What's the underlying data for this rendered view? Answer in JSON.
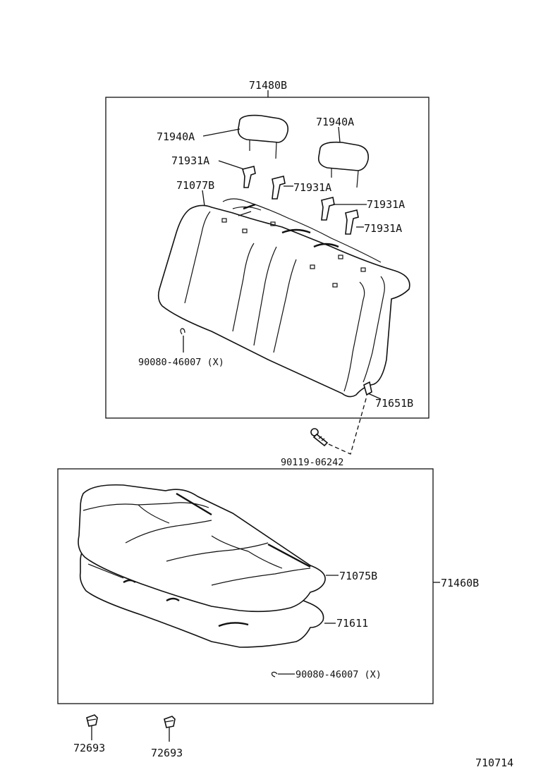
{
  "parts": {
    "backrest_assembly": "71480B",
    "headrest_left": "71940A",
    "headrest_right": "71940A",
    "headrest_support_1": "71931A",
    "headrest_support_2": "71931A",
    "headrest_support_3": "71931A",
    "headrest_support_4": "71931A",
    "back_cover": "71077B",
    "back_hog_ring": "90080-46007 (X)",
    "back_bracket": "71651B",
    "bolt": "90119-06242",
    "cushion_cover": "71075B",
    "cushion_assembly": "71460B",
    "cushion_pad": "71611",
    "cushion_hog_ring": "90080-46007 (X)",
    "clip_left": "72693",
    "clip_right": "72693"
  },
  "figure_number": "710714"
}
